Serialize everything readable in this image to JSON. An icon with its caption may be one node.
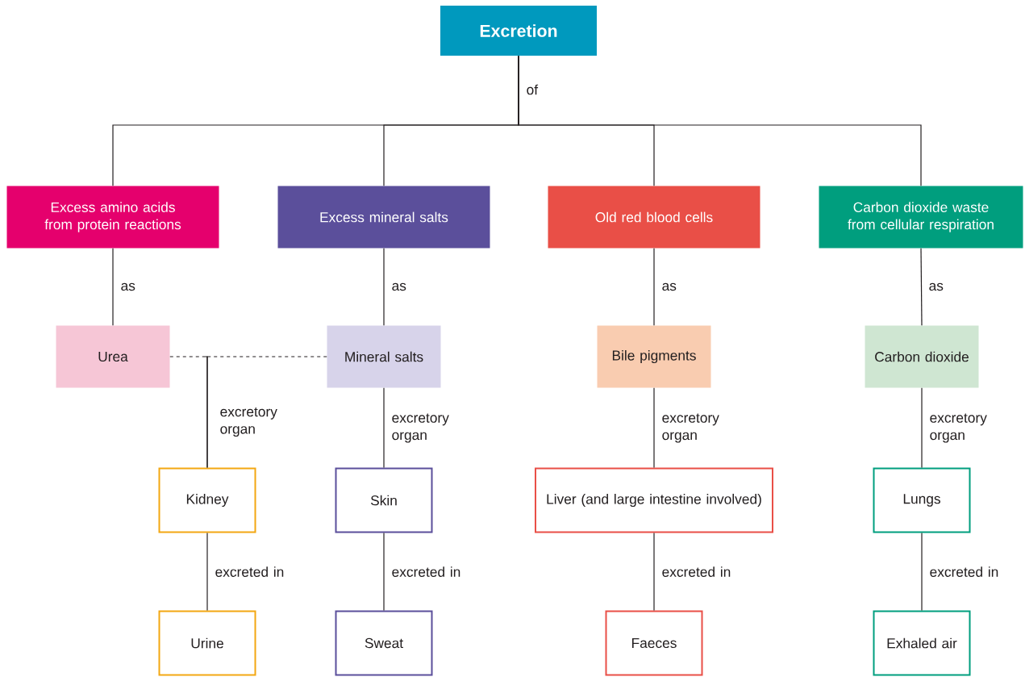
{
  "diagram": {
    "nodes": [
      {
        "text": [
          "Excretion"
        ]
      },
      {
        "text": [
          "Excess amino acids from protein reactions"
        ]
      },
      {
        "text": [
          "Excess mineral salts"
        ]
      },
      {
        "text": [
          "Old red blood cells"
        ]
      },
      {
        "text": [
          "Carbon dioxide waste from cellular respiration"
        ]
      },
      {
        "text": [
          "Urea"
        ]
      },
      {
        "text": [
          "Mineral salts"
        ]
      },
      {
        "text": [
          "Bile pigments"
        ]
      },
      {
        "text": [
          "Carbon dioxide"
        ]
      },
      {
        "text": [
          "Kidney"
        ]
      },
      {
        "text": [
          "Skin"
        ]
      },
      {
        "text": [
          "Liver (and large intestine involved)"
        ]
      },
      {
        "text": [
          "Lungs"
        ]
      },
      {
        "text": [
          "Urine"
        ]
      },
      {
        "text": [
          "Sweat"
        ]
      },
      {
        "text": [
          "Faeces"
        ]
      },
      {
        "text": [
          "Exhaled air"
        ]
      }
    ],
    "edges": [
      {
        "from": 0,
        "to": 1,
        "arrow": "none",
        "label": "of"
      },
      {
        "from": 0,
        "to": 2,
        "arrow": "none"
      },
      {
        "from": 0,
        "to": 3,
        "arrow": "none"
      },
      {
        "from": 0,
        "to": 4,
        "arrow": "none"
      },
      {
        "from": 1,
        "to": 5,
        "arrow": "none",
        "label": "as"
      },
      {
        "from": 2,
        "to": 6,
        "arrow": "none",
        "label": "as"
      },
      {
        "from": 3,
        "to": 7,
        "arrow": "none",
        "label": "as"
      },
      {
        "from": 4,
        "to": 8,
        "arrow": "none",
        "label": "as"
      },
      {
        "from": 5,
        "to": 9,
        "arrow": "none",
        "style": "dashed",
        "label": "excretory organ"
      },
      {
        "from": 6,
        "to": 9,
        "arrow": "none",
        "style": "dashed"
      },
      {
        "from": 6,
        "to": 10,
        "arrow": "none",
        "label": "excretory organ"
      },
      {
        "from": 7,
        "to": 11,
        "arrow": "none",
        "label": "excretory organ"
      },
      {
        "from": 8,
        "to": 12,
        "arrow": "none",
        "label": "excretory organ"
      },
      {
        "from": 9,
        "to": 13,
        "arrow": "none",
        "label": "excreted in"
      },
      {
        "from": 10,
        "to": 14,
        "arrow": "none",
        "label": "excreted in"
      },
      {
        "from": 11,
        "to": 15,
        "arrow": "none",
        "label": "excreted in"
      },
      {
        "from": 12,
        "to": 16,
        "arrow": "none",
        "label": "excreted in"
      }
    ]
  }
}
